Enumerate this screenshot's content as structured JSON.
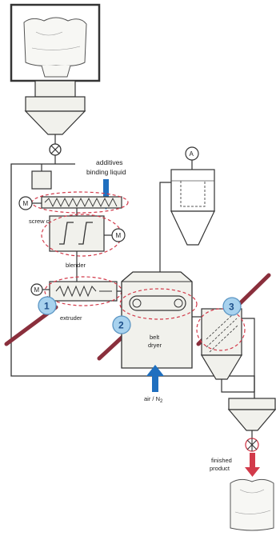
{
  "labels": {
    "additives_line1": "additives",
    "additives_line2": "binding liquid",
    "screw_conveyor": "screw conveyor",
    "blender": "blender",
    "extruder": "extruder",
    "belt_line1": "belt",
    "belt_line2": "dryer",
    "air_n2": "air / N",
    "air_n2_sub": "2",
    "finished_line1": "finished",
    "finished_line2": "product"
  },
  "motor_labels": {
    "screw_motor": "M",
    "blender_motor": "M",
    "extruder_motor": "M",
    "fan": "A"
  },
  "badges": [
    "1",
    "2",
    "3"
  ],
  "colors": {
    "line": "#333333",
    "equipment_fill": "#f1f1ec",
    "highlight_dashed": "#d23a4a",
    "badge_fill": "#a8d2ee",
    "badge_stroke": "#5c96c4",
    "blue_arrow": "#1f6fbf",
    "red_arrow": "#d23a4a",
    "diagonal_bar": "#8a2f3c"
  }
}
